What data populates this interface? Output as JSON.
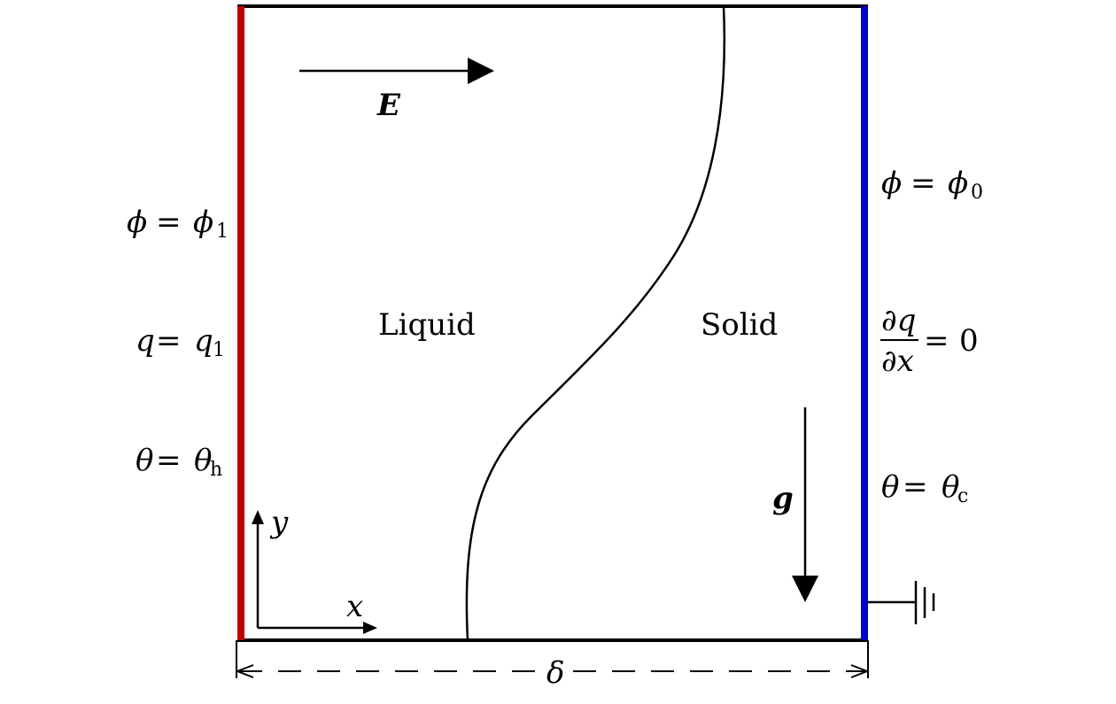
{
  "diagram": {
    "colors": {
      "hot_wall": "#c00000",
      "cold_wall": "#0000c8",
      "stroke": "#000000"
    },
    "regions": {
      "liquid": "Liquid",
      "solid": "Solid"
    },
    "field_labels": {
      "electric_field": "E",
      "gravity": "g"
    },
    "axes": {
      "x": "x",
      "y": "y"
    },
    "width_label": "δ",
    "left_bc": {
      "phi": {
        "lhs": "ϕ",
        "eq": "=",
        "rhs": "ϕ",
        "sub": "1"
      },
      "q": {
        "lhs": "q",
        "eq": "=",
        "rhs": "q",
        "sub": "1"
      },
      "theta": {
        "lhs": "θ",
        "eq": "=",
        "rhs": "θ",
        "sub": "h"
      }
    },
    "right_bc": {
      "phi": {
        "lhs": "ϕ",
        "eq": "=",
        "rhs": "ϕ",
        "sub": "0"
      },
      "dq": {
        "num": "∂q",
        "den": "∂x",
        "eq": "=",
        "rhs": "0"
      },
      "theta": {
        "lhs": "θ",
        "eq": "=",
        "rhs": "θ",
        "sub": "c"
      }
    },
    "icons": [
      "ground-icon",
      "electric-field-arrow",
      "gravity-arrow",
      "axes-icon"
    ]
  }
}
